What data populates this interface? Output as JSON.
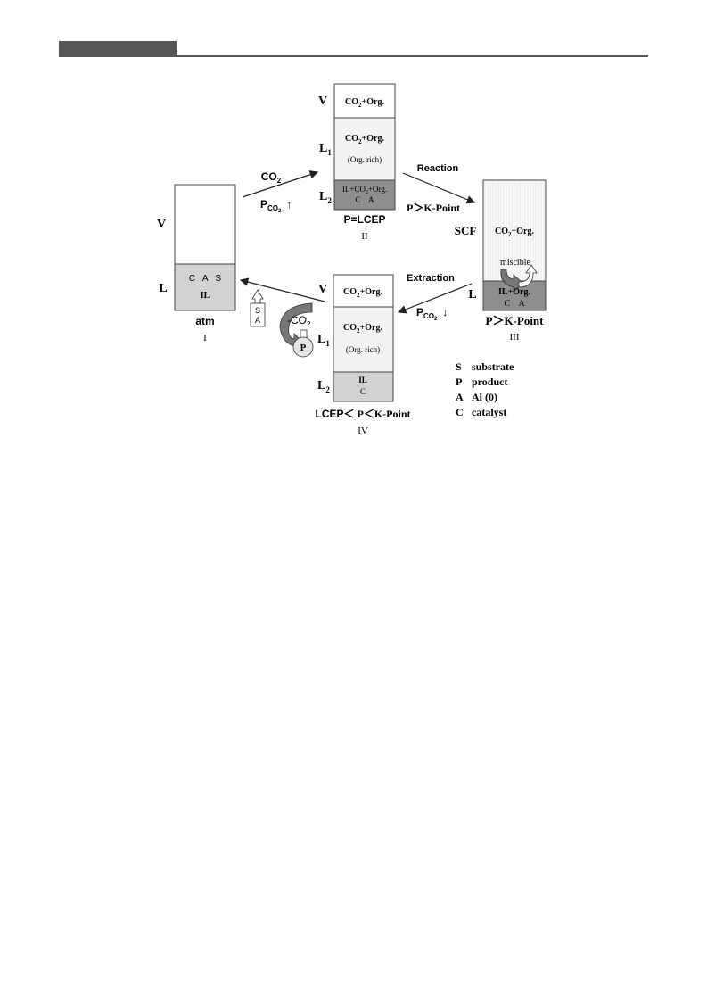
{
  "colors": {
    "dark_phase": "#8e8e8e",
    "light_phase": "#d2d2d2",
    "pale_phase": "#f3f3f3",
    "header": "#555555"
  },
  "state1": {
    "v": "V",
    "l": "L",
    "contents": "C   A   S",
    "il": "IL",
    "cond": "atm",
    "num": "I"
  },
  "state2": {
    "v": "V",
    "l1": "L",
    "l1_sub": "1",
    "l2": "L",
    "l2_sub": "2",
    "v_text": "CO",
    "v_sub": "2",
    "v_rest": "+Org.",
    "l1_text": "CO",
    "l1_sub2": "2",
    "l1_rest": "+Org.",
    "l1_note": "(Org. rich)",
    "l2_line1": "IL+CO",
    "l2_line1_sub": "2",
    "l2_line1_rest": "+Org.",
    "l2_line2": "C    A",
    "cond": "P=LCEP",
    "num": "II"
  },
  "state3": {
    "scf": "SCF",
    "l": "L",
    "scf_text": "CO",
    "scf_sub": "2",
    "scf_rest": "+Org.",
    "miscible": "miscible",
    "l_line1": "IL+Org.",
    "l_line2": "C    A",
    "cond": "P＞K-Point",
    "num": "III"
  },
  "state4": {
    "v": "V",
    "l1": "L",
    "l1_sub": "1",
    "l2": "L",
    "l2_sub": "2",
    "v_text": "CO",
    "v_sub": "2",
    "v_rest": "+Org.",
    "l1_text": "CO",
    "l1_sub2": "2",
    "l1_rest": "+Org.",
    "l1_note": "(Org. rich)",
    "l2_line1": "IL",
    "l2_line2": "C",
    "cond_a": "LCEP＜",
    "cond_b": " P＜K-Point",
    "num": "IV"
  },
  "arrows": {
    "co2": "CO",
    "co2_sub": "2",
    "pco2": "P",
    "pco2_sub": "CO",
    "pco2_sub2": "2",
    "up": "↑",
    "reaction": "Reaction",
    "reaction_cond": "P＞K-Point",
    "extraction": "Extraction",
    "pco2b": "P",
    "pco2b_sub": "CO",
    "pco2b_sub2": "2",
    "down": "↓",
    "minus_co2": "-CO",
    "minus_co2_sub": "2",
    "sa_s": "S",
    "sa_a": "A",
    "flask_p": "P"
  },
  "legend": [
    {
      "key": "S",
      "label": "substrate"
    },
    {
      "key": "P",
      "label": "product"
    },
    {
      "key": "A",
      "label": "Al (0)"
    },
    {
      "key": "C",
      "label": "catalyst"
    }
  ]
}
